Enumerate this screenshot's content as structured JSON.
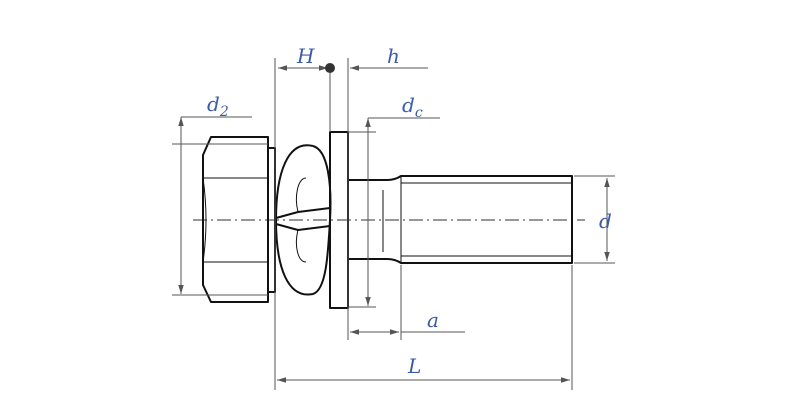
{
  "colors": {
    "outline": "#111111",
    "dimension": "#555555",
    "label": "#3b5ba9",
    "background": "#ffffff"
  },
  "labels": {
    "H": "H",
    "h": "h",
    "d2": {
      "base": "d",
      "sub": "2"
    },
    "dc": {
      "base": "d",
      "sub": "c"
    },
    "d": "d",
    "a": "a",
    "L": "L"
  }
}
